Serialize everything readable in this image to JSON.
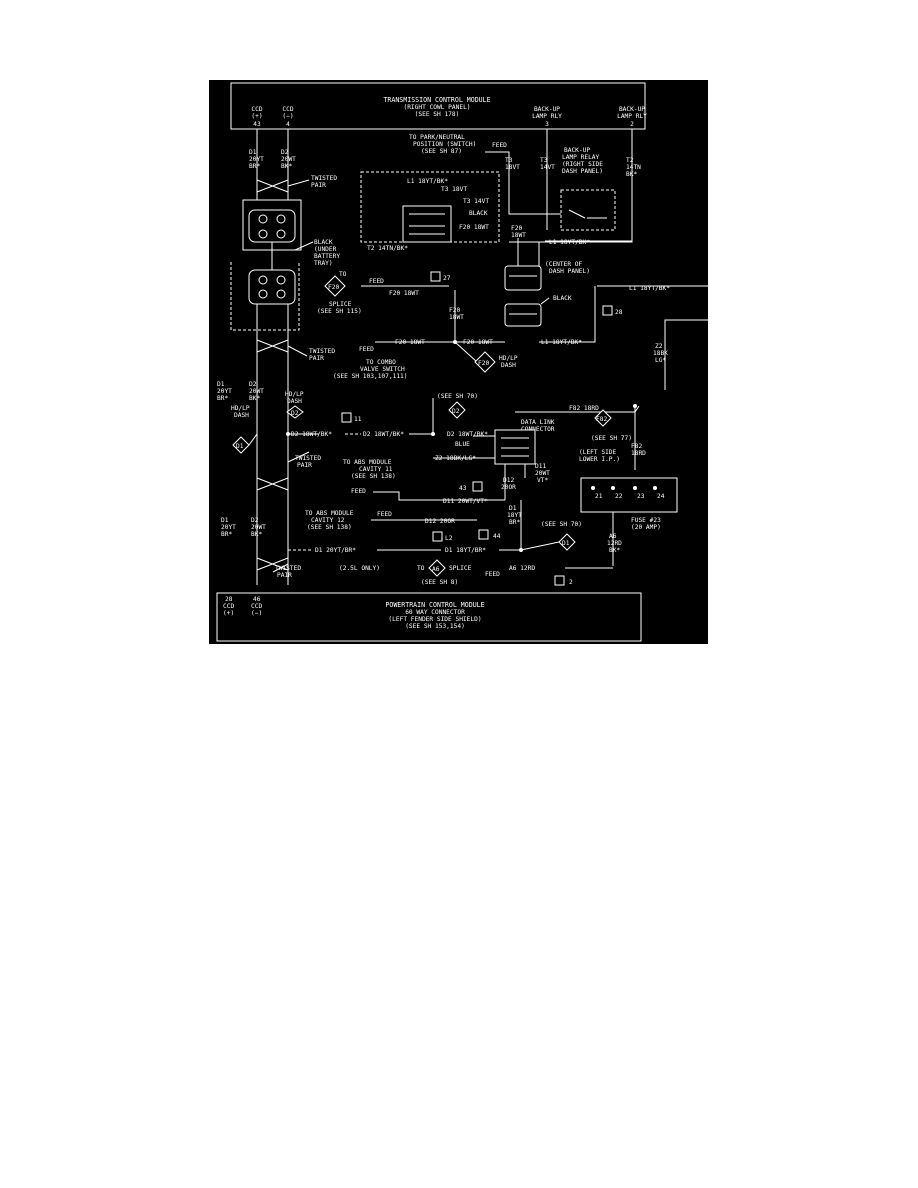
{
  "tcm": {
    "title": "TRANSMISSION CONTROL MODULE",
    "sub1": "(RIGHT COWL PANEL)",
    "sub2": "(SEE SH 178)",
    "ccd_plus": "CCD",
    "ccd_plus_sign": "(+)",
    "ccd_plus_pin": "43",
    "ccd_minus": "CCD",
    "ccd_minus_sign": "(−)",
    "ccd_minus_pin": "4",
    "backup1_a": "BACK-UP",
    "backup1_b": "LAMP RLY",
    "backup1_pin": "3",
    "backup2_a": "BACK-UP",
    "backup2_b": "LAMP RLY",
    "backup2_pin": "2"
  },
  "wires": {
    "d1_a": "D1",
    "d1_b": "20YT",
    "d1_c": "BR*",
    "d2_a": "D2",
    "d2_b": "20WT",
    "d2_c": "BK*",
    "twisted_a": "TWISTED",
    "twisted_b": "PAIR",
    "t3_a": "T3",
    "t3_b": "18VT",
    "t3c_a": "T3",
    "t3c_b": "14VT",
    "t2_a": "T2",
    "t2_b": "14TN",
    "t2_c": "BK*",
    "park_a": "TO PARK/NEUTRAL",
    "park_b": "POSITION (SWITCH)",
    "park_c": "(SEE SH 87)",
    "feed": "FEED",
    "relay_a": "BACK-UP",
    "relay_b": "LAMP RELAY",
    "relay_c": "(RIGHT SIDE",
    "relay_d": "DASH PANEL)",
    "l1_top": "L1 18YT/BK*",
    "t3_18": "T3 18VT",
    "t3_14": "T3 14VT",
    "black": "BLACK",
    "f20_18": "F20 18WT",
    "t2_14": "T2 14TN/BK*",
    "l1_mid": "L1 18YT/BK*",
    "f20_a": "F20",
    "f20_b": "18WT",
    "black_under_a": "BLACK",
    "black_under_b": "(UNDER",
    "black_under_c": "BATTERY",
    "black_under_d": "TRAY)",
    "center_a": "(CENTER OF",
    "center_b": "DASH PANEL)",
    "black2": "BLACK",
    "l1_right": "L1 18YT/BK*",
    "to": "TO",
    "f20_node": "F20",
    "splice": "SPLICE",
    "splice_see": "(SEE SH 115)",
    "feed2": "FEED",
    "f20_18b": "F20 18WT",
    "n27": "27",
    "f20_v_a": "F20",
    "f20_v_b": "18WT",
    "f20_18c": "F20 18WT",
    "l1_bottom": "L1 18YT/BK*",
    "n28": "28",
    "feed3": "FEED",
    "f20_18d": "F20 18WT",
    "combo_a": "TO COMBO",
    "combo_b": "VALVE SWITCH",
    "combo_c": "(SEE SH 103,107,111)",
    "hdlp_a": "HD/LP",
    "hdlp_b": "DASH",
    "z2_a": "Z2",
    "z2_b": "18BK",
    "z2_c": "LG*",
    "twisted2_a": "TWISTED",
    "twisted2_b": "PAIR",
    "d1_mid_a": "D1",
    "d1_mid_b": "20YT",
    "d1_mid_c": "BR*",
    "d2_mid_a": "D2",
    "d2_mid_b": "20WT",
    "d2_mid_c": "BK*",
    "hdlp2_a": "HD/LP",
    "hdlp2_b": "DASH",
    "d2_node": "D2",
    "hdlp3_a": "HD/LP",
    "hdlp3_b": "DASH",
    "d1_node": "D1",
    "d2_18a": "D2 18WT/BK*",
    "n11": "11",
    "d2_18b": "D2 18WT/BK*",
    "see70": "(SEE SH 70)",
    "d2_node2": "D2",
    "d2_18c": "D2 18WT/BK*",
    "blue": "BLUE",
    "z2_18": "Z2 18BK/LG*",
    "dlc_a": "DATA LINK",
    "dlc_b": "CONNECTOR",
    "f82_18": "F82 18RD",
    "f82_node": "F82",
    "see77": "(SEE SH 77)",
    "f82_a": "F82",
    "f82_b": "18RD",
    "lower_a": "(LEFT SIDE",
    "lower_b": "LOWER I.P.)",
    "twisted3_a": "TWISTED",
    "twisted3_b": "PAIR",
    "abs1_a": "TO ABS MODULE",
    "abs1_b": "CAVITY 11",
    "abs1_c": "(SEE SH 138)",
    "feed4": "FEED",
    "n43": "43",
    "d11_20": "D11 20WT/VT*",
    "d12_a": "D12",
    "d12_b": "20OR",
    "d11_a": "D11",
    "d11_b": "20WT",
    "d11_c": "VT*",
    "f21": "21",
    "f22": "22",
    "f23": "23",
    "f24": "24",
    "fuse_a": "FUSE #23",
    "fuse_b": "(20 AMP)",
    "abs2_a": "TO ABS MODULE",
    "abs2_b": "CAVITY 12",
    "abs2_c": "(SEE SH 138)",
    "feed5": "FEED",
    "d12_20": "D12 20OR",
    "d1_18a": "D1",
    "d1_18b": "18YT",
    "d1_18c": "BR*",
    "see70b": "(SEE SH 70)",
    "d1_node2": "D1",
    "l2": "L2",
    "n44": "44",
    "d1_bot_a": "D1",
    "d1_bot_b": "20YT",
    "d1_bot_c": "BR*",
    "d2_bot_a": "D2",
    "d2_bot_b": "20WT",
    "d2_bot_c": "BK*",
    "d1_20": "D1 20YT/BR*",
    "d1_18": "D1 18YT/BR*",
    "a6_a": "A6",
    "a6_b": "12RD",
    "a6_c": "BK*",
    "twisted4_a": "TWISTED",
    "twisted4_b": "PAIR",
    "only": "(2.5L ONLY)",
    "to2": "TO",
    "a6_node": "A6",
    "splice2": "SPLICE",
    "feed6": "FEED",
    "see8": "(SEE SH 8)",
    "a6_18": "A6 12RD",
    "n2": "2"
  },
  "pcm": {
    "title": "POWERTRAIN CONTROL MODULE",
    "sub1": "60 WAY CONNECTOR",
    "sub2": "(LEFT FENDER SIDE SHIELD)",
    "sub3": "(SEE SH 153,154)",
    "ccd_plus_pin": "28",
    "ccd_plus": "CCD",
    "ccd_plus_sign": "(+)",
    "ccd_minus_pin": "46",
    "ccd_minus": "CCD",
    "ccd_minus_sign": "(−)"
  }
}
